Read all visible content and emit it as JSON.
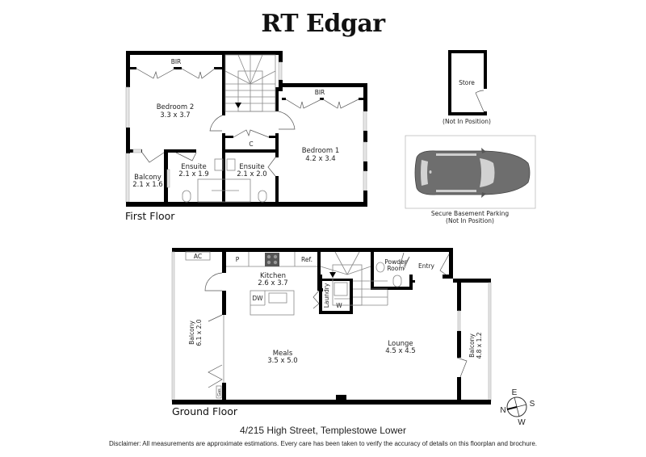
{
  "brand": {
    "title": "RT Edgar"
  },
  "first_floor": {
    "label": "First Floor",
    "rooms": {
      "bir_bed2": "BIR",
      "bedroom2_name": "Bedroom 2",
      "bedroom2_size": "3.3 x 3.7",
      "bir_bed1": "BIR",
      "bedroom1_name": "Bedroom 1",
      "bedroom1_size": "4.2 x 3.4",
      "cupboard": "C",
      "ensuite_a_name": "Ensuite",
      "ensuite_a_size": "2.1 x 1.9",
      "ensuite_b_name": "Ensuite",
      "ensuite_b_size": "2.1 x 2.0",
      "balcony_name": "Balcony",
      "balcony_size": "2.1 x 1.6"
    }
  },
  "store": {
    "name": "Store",
    "note": "(Not In Position)"
  },
  "parking": {
    "line1": "Secure Basement Parking",
    "line2": "(Not In Position)"
  },
  "ground_floor": {
    "label": "Ground Floor",
    "rooms": {
      "ac": "AC",
      "pantry": "P",
      "fridge": "Ref.",
      "kitchen_name": "Kitchen",
      "kitchen_size": "2.6 x 3.7",
      "dishwasher": "DW",
      "laundry": "Laundry",
      "washer": "W",
      "powder_room_line1": "Powder",
      "powder_room_line2": "Room",
      "entry": "Entry",
      "balcony_west_name": "Balcony",
      "balcony_west_size": "6.1 x 2.0",
      "meals_name": "Meals",
      "meals_size": "3.5 x 5.0",
      "lounge_name": "Lounge",
      "lounge_size": "4.5 x 4.5",
      "balcony_east_name": "Balcony",
      "balcony_east_size": "4.8 x 1.2",
      "gas": "Gas"
    }
  },
  "compass": {
    "n": "N",
    "e": "E",
    "s": "S",
    "w": "W"
  },
  "footer": {
    "address": "4/215 High Street, Templestowe Lower",
    "disclaimer": "Disclaimer: All measurements are approximate estimations. Every care has been taken to verify the accuracy of details on this floorplan and brochure."
  }
}
